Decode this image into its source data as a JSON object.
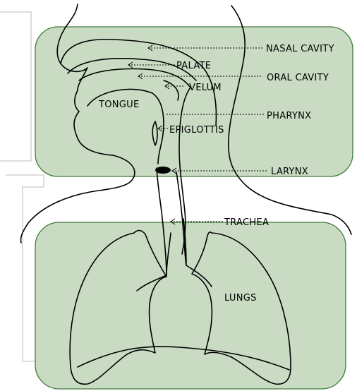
{
  "colors": {
    "panel_fill": "#c9dcc3",
    "panel_stroke": "#3f7a3a",
    "line": "#000000",
    "frame": "#bdbdbd"
  },
  "labels": {
    "nasal_cavity": "NASAL CAVITY",
    "palate": "PALATE",
    "oral_cavity": "ORAL CAVITY",
    "velum": "VELUM",
    "tongue": "TONGUE",
    "pharynx": "PHARYNX",
    "epiglottis": "EPIGLOTTIS",
    "larynx": "LARYNX",
    "trachea": "TRACHEA",
    "lungs": "LUNGS"
  }
}
